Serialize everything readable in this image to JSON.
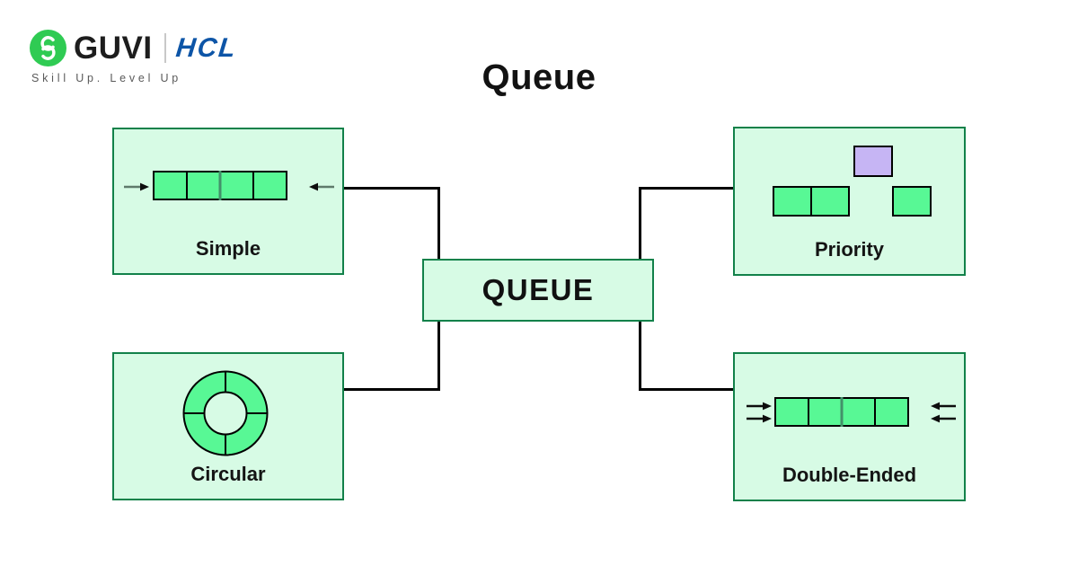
{
  "title": "Queue",
  "brand": {
    "guvi_text": "GUVI",
    "hcl_text": "HCL",
    "tagline": "Skill Up. Level Up",
    "logo_icon": "guvi-g-icon"
  },
  "diagram": {
    "center_label": "QUEUE",
    "nodes": [
      {
        "label": "Simple"
      },
      {
        "label": "Priority"
      },
      {
        "label": "Circular"
      },
      {
        "label": "Double-Ended"
      }
    ]
  },
  "icons": {
    "enqueue": "arrow-right-icon",
    "dequeue": "arrow-left-icon"
  },
  "colors": {
    "box_bg": "#d7fbe5",
    "box_border": "#12814a",
    "cell_green": "#58f895",
    "cell_divider_green": "#43916a",
    "priority_purple": "#c6b5f4",
    "connector_black": "#000000",
    "guvi_green": "#2fcb53",
    "hcl_blue": "#0d55a7",
    "text_black": "#141414",
    "tagline_gray": "#5a5a5a"
  }
}
